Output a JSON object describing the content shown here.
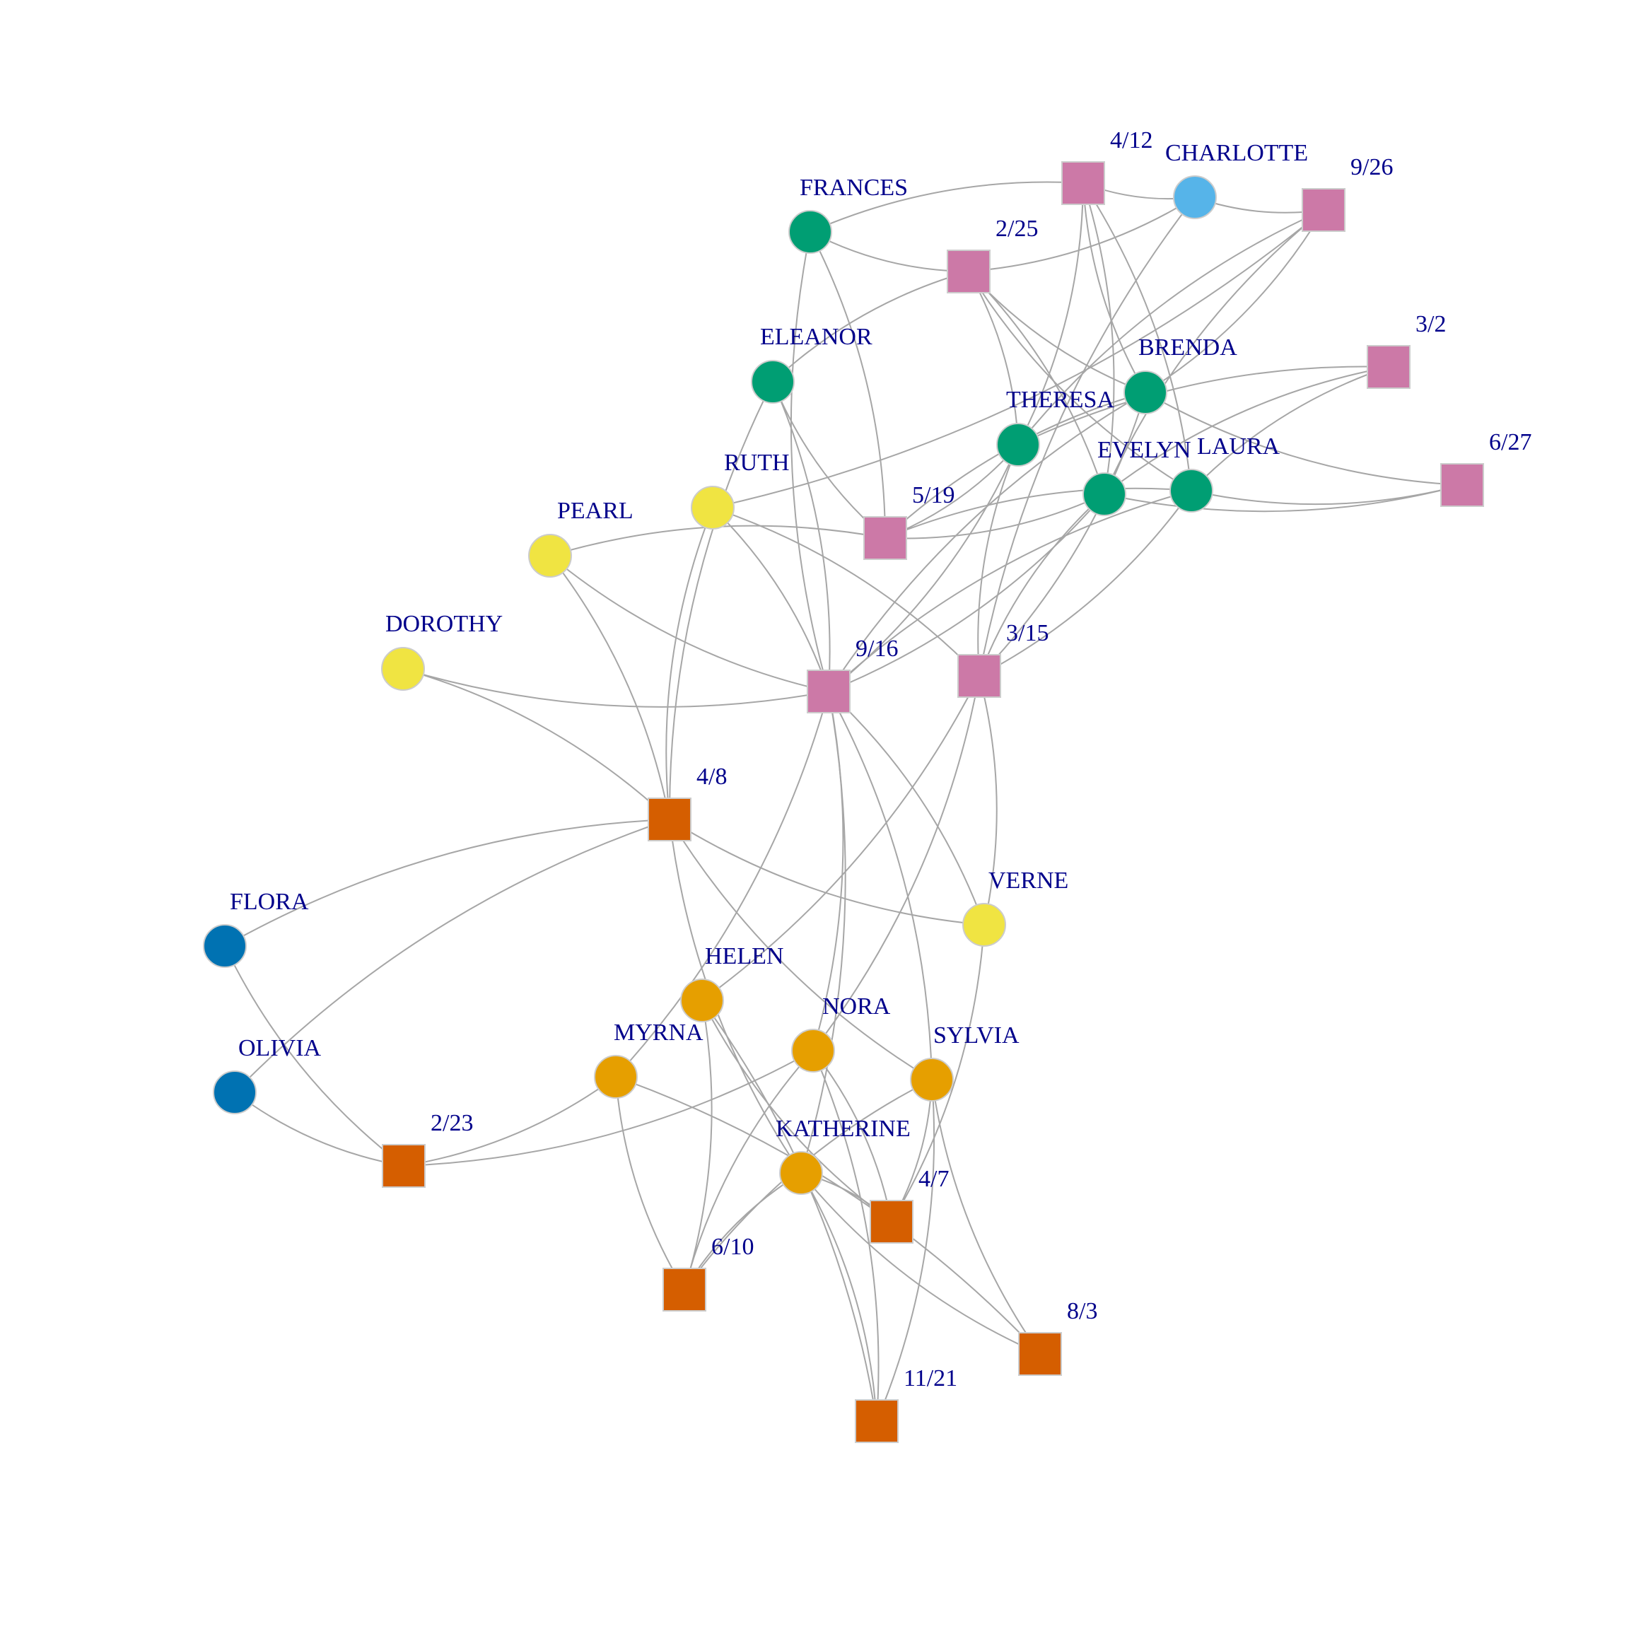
{
  "colors": {
    "women_core_a": "#009e73",
    "women_core_b": "#56b4e9",
    "women_mid": "#f0e442",
    "women_core_c": "#e69f00",
    "women_periph": "#0072b2",
    "events_a": "#cc79a7",
    "events_b": "#d55e00",
    "edge": "#a6a6a6",
    "label": "#00008b"
  },
  "nodes": [
    {
      "id": "FRANCES",
      "label": "FRANCES",
      "shape": "circle",
      "group": "women_core_a"
    },
    {
      "id": "ELEANOR",
      "label": "ELEANOR",
      "shape": "circle",
      "group": "women_core_a"
    },
    {
      "id": "BRENDA",
      "label": "BRENDA",
      "shape": "circle",
      "group": "women_core_a"
    },
    {
      "id": "THERESA",
      "label": "THERESA",
      "shape": "circle",
      "group": "women_core_a"
    },
    {
      "id": "EVELYN",
      "label": "EVELYN",
      "shape": "circle",
      "group": "women_core_a"
    },
    {
      "id": "LAURA",
      "label": "LAURA",
      "shape": "circle",
      "group": "women_core_a"
    },
    {
      "id": "CHARLOTTE",
      "label": "CHARLOTTE",
      "shape": "circle",
      "group": "women_core_b"
    },
    {
      "id": "RUTH",
      "label": "RUTH",
      "shape": "circle",
      "group": "women_mid"
    },
    {
      "id": "PEARL",
      "label": "PEARL",
      "shape": "circle",
      "group": "women_mid"
    },
    {
      "id": "DOROTHY",
      "label": "DOROTHY",
      "shape": "circle",
      "group": "women_mid"
    },
    {
      "id": "VERNE",
      "label": "VERNE",
      "shape": "circle",
      "group": "women_mid"
    },
    {
      "id": "HELEN",
      "label": "HELEN",
      "shape": "circle",
      "group": "women_core_c"
    },
    {
      "id": "NORA",
      "label": "NORA",
      "shape": "circle",
      "group": "women_core_c"
    },
    {
      "id": "MYRNA",
      "label": "MYRNA",
      "shape": "circle",
      "group": "women_core_c"
    },
    {
      "id": "SYLVIA",
      "label": "SYLVIA",
      "shape": "circle",
      "group": "women_core_c"
    },
    {
      "id": "KATHERINE",
      "label": "KATHERINE",
      "shape": "circle",
      "group": "women_core_c"
    },
    {
      "id": "FLORA",
      "label": "FLORA",
      "shape": "circle",
      "group": "women_periph"
    },
    {
      "id": "OLIVIA",
      "label": "OLIVIA",
      "shape": "circle",
      "group": "women_periph"
    },
    {
      "id": "E_4_12",
      "label": "4/12",
      "shape": "square",
      "group": "events_a"
    },
    {
      "id": "E_9_26",
      "label": "9/26",
      "shape": "square",
      "group": "events_a"
    },
    {
      "id": "E_2_25",
      "label": "2/25",
      "shape": "square",
      "group": "events_a"
    },
    {
      "id": "E_3_2",
      "label": "3/2",
      "shape": "square",
      "group": "events_a"
    },
    {
      "id": "E_6_27",
      "label": "6/27",
      "shape": "square",
      "group": "events_a"
    },
    {
      "id": "E_5_19",
      "label": "5/19",
      "shape": "square",
      "group": "events_a"
    },
    {
      "id": "E_9_16",
      "label": "9/16",
      "shape": "square",
      "group": "events_a"
    },
    {
      "id": "E_3_15",
      "label": "3/15",
      "shape": "square",
      "group": "events_a"
    },
    {
      "id": "E_4_8",
      "label": "4/8",
      "shape": "square",
      "group": "events_b"
    },
    {
      "id": "E_2_23",
      "label": "2/23",
      "shape": "square",
      "group": "events_b"
    },
    {
      "id": "E_4_7",
      "label": "4/7",
      "shape": "square",
      "group": "events_b"
    },
    {
      "id": "E_6_10",
      "label": "6/10",
      "shape": "square",
      "group": "events_b"
    },
    {
      "id": "E_8_3",
      "label": "8/3",
      "shape": "square",
      "group": "events_b"
    },
    {
      "id": "E_11_21",
      "label": "11/21",
      "shape": "square",
      "group": "events_b"
    }
  ],
  "edges": [
    [
      "EVELYN",
      "E_6_27"
    ],
    [
      "EVELYN",
      "E_3_2"
    ],
    [
      "EVELYN",
      "E_4_12"
    ],
    [
      "EVELYN",
      "E_9_26"
    ],
    [
      "EVELYN",
      "E_2_25"
    ],
    [
      "EVELYN",
      "E_5_19"
    ],
    [
      "EVELYN",
      "E_3_15"
    ],
    [
      "EVELYN",
      "E_9_16"
    ],
    [
      "LAURA",
      "E_6_27"
    ],
    [
      "LAURA",
      "E_3_2"
    ],
    [
      "LAURA",
      "E_4_12"
    ],
    [
      "LAURA",
      "E_2_25"
    ],
    [
      "LAURA",
      "E_5_19"
    ],
    [
      "LAURA",
      "E_3_15"
    ],
    [
      "LAURA",
      "E_9_16"
    ],
    [
      "THERESA",
      "E_3_2"
    ],
    [
      "THERESA",
      "E_4_12"
    ],
    [
      "THERESA",
      "E_9_26"
    ],
    [
      "THERESA",
      "E_2_25"
    ],
    [
      "THERESA",
      "E_5_19"
    ],
    [
      "THERESA",
      "E_3_15"
    ],
    [
      "THERESA",
      "E_9_16"
    ],
    [
      "BRENDA",
      "E_6_27"
    ],
    [
      "BRENDA",
      "E_4_12"
    ],
    [
      "BRENDA",
      "E_9_26"
    ],
    [
      "BRENDA",
      "E_2_25"
    ],
    [
      "BRENDA",
      "E_5_19"
    ],
    [
      "BRENDA",
      "E_3_15"
    ],
    [
      "BRENDA",
      "E_9_16"
    ],
    [
      "CHARLOTTE",
      "E_4_12"
    ],
    [
      "CHARLOTTE",
      "E_9_26"
    ],
    [
      "CHARLOTTE",
      "E_2_25"
    ],
    [
      "CHARLOTTE",
      "E_3_15"
    ],
    [
      "FRANCES",
      "E_4_12"
    ],
    [
      "FRANCES",
      "E_2_25"
    ],
    [
      "FRANCES",
      "E_5_19"
    ],
    [
      "FRANCES",
      "E_9_16"
    ],
    [
      "ELEANOR",
      "E_2_25"
    ],
    [
      "ELEANOR",
      "E_5_19"
    ],
    [
      "ELEANOR",
      "E_9_16"
    ],
    [
      "ELEANOR",
      "E_4_8"
    ],
    [
      "PEARL",
      "E_5_19"
    ],
    [
      "PEARL",
      "E_9_16"
    ],
    [
      "PEARL",
      "E_4_8"
    ],
    [
      "RUTH",
      "E_9_26"
    ],
    [
      "RUTH",
      "E_9_16"
    ],
    [
      "RUTH",
      "E_4_8"
    ],
    [
      "RUTH",
      "E_3_15"
    ],
    [
      "VERNE",
      "E_9_16"
    ],
    [
      "VERNE",
      "E_4_8"
    ],
    [
      "VERNE",
      "E_3_15"
    ],
    [
      "VERNE",
      "E_4_7"
    ],
    [
      "MYRNA",
      "E_9_16"
    ],
    [
      "MYRNA",
      "E_2_23"
    ],
    [
      "MYRNA",
      "E_6_10"
    ],
    [
      "MYRNA",
      "E_8_3"
    ],
    [
      "KATHERINE",
      "E_9_16"
    ],
    [
      "KATHERINE",
      "E_4_7"
    ],
    [
      "KATHERINE",
      "E_6_10"
    ],
    [
      "KATHERINE",
      "E_11_21"
    ],
    [
      "KATHERINE",
      "E_8_3"
    ],
    [
      "KATHERINE",
      "E_4_8"
    ],
    [
      "SYLVIA",
      "E_9_16"
    ],
    [
      "SYLVIA",
      "E_4_7"
    ],
    [
      "SYLVIA",
      "E_6_10"
    ],
    [
      "SYLVIA",
      "E_11_21"
    ],
    [
      "SYLVIA",
      "E_8_3"
    ],
    [
      "SYLVIA",
      "E_4_8"
    ],
    [
      "NORA",
      "E_9_16"
    ],
    [
      "NORA",
      "E_4_7"
    ],
    [
      "NORA",
      "E_6_10"
    ],
    [
      "NORA",
      "E_11_21"
    ],
    [
      "NORA",
      "E_3_15"
    ],
    [
      "NORA",
      "E_2_23"
    ],
    [
      "HELEN",
      "E_4_7"
    ],
    [
      "HELEN",
      "E_6_10"
    ],
    [
      "HELEN",
      "E_3_15"
    ],
    [
      "HELEN",
      "E_11_21"
    ],
    [
      "DOROTHY",
      "E_9_16"
    ],
    [
      "DOROTHY",
      "E_4_8"
    ],
    [
      "OLIVIA",
      "E_2_23"
    ],
    [
      "OLIVIA",
      "E_4_8"
    ],
    [
      "FLORA",
      "E_2_23"
    ],
    [
      "FLORA",
      "E_4_8"
    ]
  ]
}
